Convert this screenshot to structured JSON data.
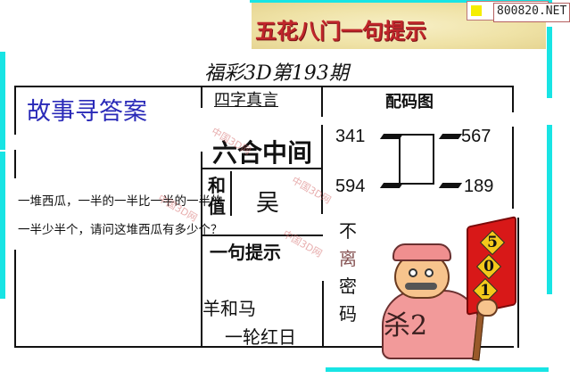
{
  "banner": {
    "title": "五花八门一句提示",
    "site_label": "800820.NET",
    "colors": {
      "title": "#c0262b",
      "background": "#efe2a6",
      "frame": "#18e4e4"
    }
  },
  "issue": {
    "title": "福彩3D第193期"
  },
  "story": {
    "heading": "故事寻答案",
    "lines": [
      "一堆西瓜，一半的一半比一半的一半的",
      "一半少半个，请问这堆西瓜有多少个？"
    ]
  },
  "four_char": {
    "heading": "四字真言",
    "phrase": "六合中间",
    "sum_label": "和值",
    "sum_value": "吴"
  },
  "hint": {
    "heading": "一句提示",
    "line1": "羊和马",
    "line2": "一轮红日"
  },
  "pairing": {
    "heading": "配码图",
    "codes": {
      "top_left": "341",
      "top_right": "567",
      "bottom_left": "594",
      "bottom_right": "189"
    }
  },
  "secret": {
    "chars": [
      "不",
      "离",
      "密",
      "码"
    ],
    "kill_label": "杀2",
    "flag_digits": [
      "5",
      "0",
      "1"
    ]
  },
  "watermark": "中国3D网"
}
